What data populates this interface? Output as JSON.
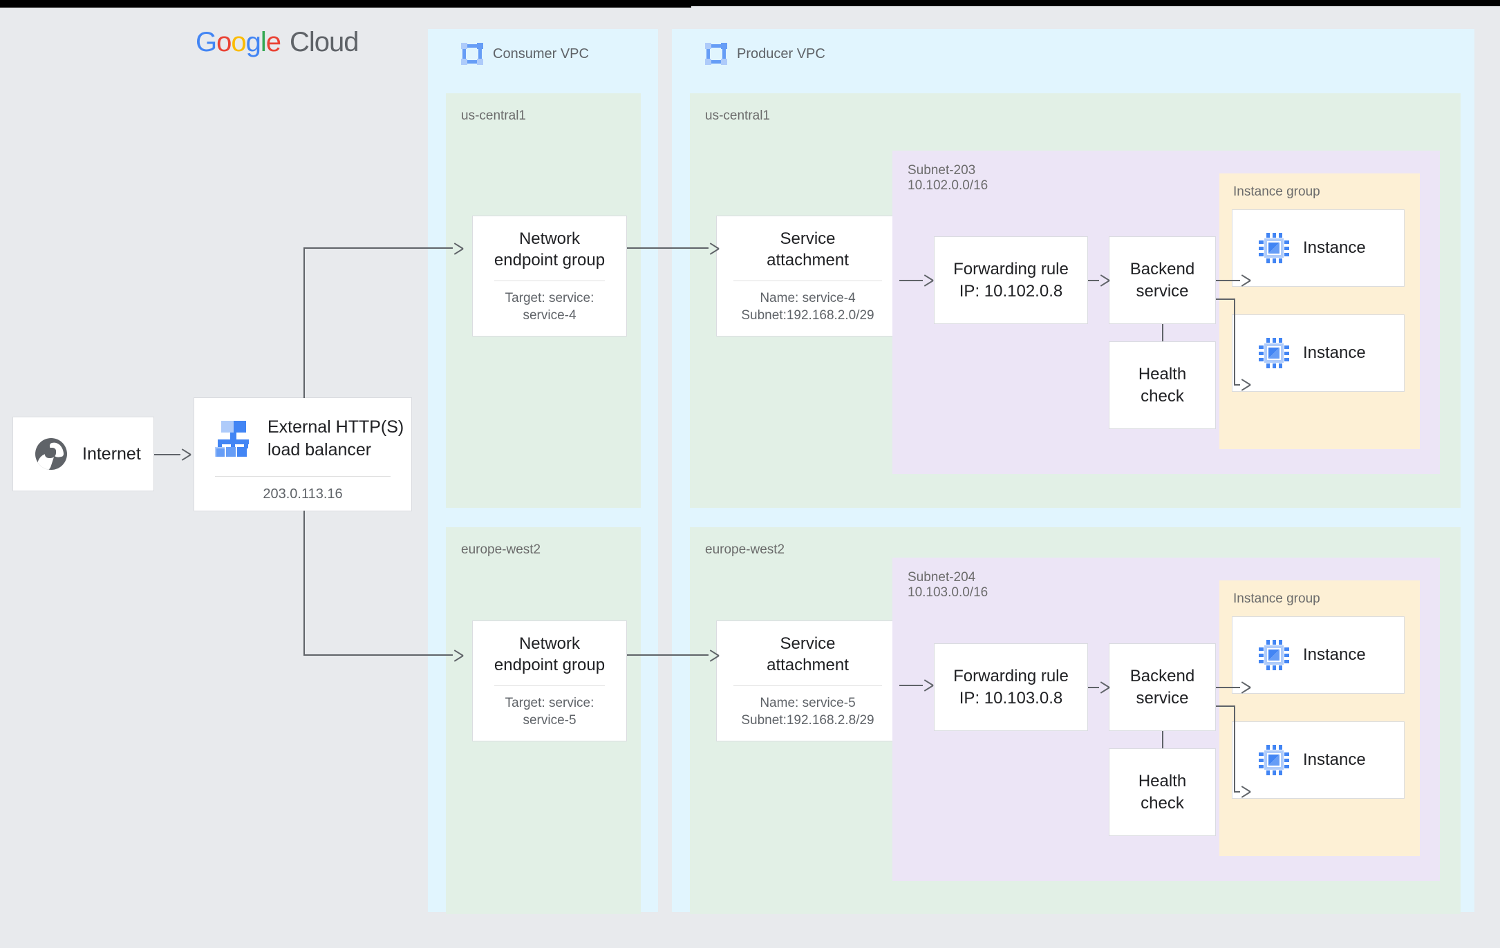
{
  "brand": {
    "logo_google": [
      "G",
      "o",
      "o",
      "g",
      "l",
      "e"
    ],
    "logo_cloud": "Cloud"
  },
  "internet": {
    "label": "Internet",
    "icon": "globe-icon"
  },
  "load_balancer": {
    "title_line1": "External HTTP(S)",
    "title_line2": "load balancer",
    "ip": "203.0.113.16",
    "icon": "load-balancer-icon"
  },
  "consumer_vpc": {
    "title": "Consumer VPC",
    "icon": "vpc-icon",
    "regions": [
      {
        "name": "us-central1",
        "node": {
          "title_line1": "Network",
          "title_line2": "endpoint group",
          "sub_line1": "Target: service:",
          "sub_line2": "service-4"
        }
      },
      {
        "name": "europe-west2",
        "node": {
          "title_line1": "Network",
          "title_line2": "endpoint group",
          "sub_line1": "Target: service:",
          "sub_line2": "service-5"
        }
      }
    ]
  },
  "producer_vpc": {
    "title": "Producer VPC",
    "icon": "vpc-icon",
    "regions": [
      {
        "name": "us-central1",
        "service_attachment": {
          "title_line1": "Service",
          "title_line2": "attachment",
          "sub_line1": "Name: service-4",
          "sub_line2": "Subnet:192.168.2.0/29"
        },
        "subnet": {
          "name": "Subnet-203",
          "cidr": "10.102.0.0/16",
          "forwarding_rule": {
            "line1": "Forwarding rule",
            "line2": "IP: 10.102.0.8"
          },
          "backend_service": {
            "line1": "Backend",
            "line2": "service"
          },
          "health_check": {
            "line1": "Health",
            "line2": "check"
          },
          "instance_group": {
            "label": "Instance group",
            "instances": [
              {
                "label": "Instance",
                "icon": "cpu-icon"
              },
              {
                "label": "Instance",
                "icon": "cpu-icon"
              }
            ]
          }
        }
      },
      {
        "name": "europe-west2",
        "service_attachment": {
          "title_line1": "Service",
          "title_line2": "attachment",
          "sub_line1": "Name: service-5",
          "sub_line2": "Subnet:192.168.2.8/29"
        },
        "subnet": {
          "name": "Subnet-204",
          "cidr": "10.103.0.0/16",
          "forwarding_rule": {
            "line1": "Forwarding rule",
            "line2": "IP: 10.103.0.8"
          },
          "backend_service": {
            "line1": "Backend",
            "line2": "service"
          },
          "health_check": {
            "line1": "Health",
            "line2": "check"
          },
          "instance_group": {
            "label": "Instance group",
            "instances": [
              {
                "label": "Instance",
                "icon": "cpu-icon"
              },
              {
                "label": "Instance",
                "icon": "cpu-icon"
              }
            ]
          }
        }
      }
    ]
  },
  "colors": {
    "page_background": "#e8eaed",
    "vpc": "#e1f5fe",
    "region": "#e2f0e6",
    "subnet": "#ece5f6",
    "instance_group": "#fdf0d5",
    "card": "#ffffff",
    "connector": "#5f6368",
    "google_blue": "#4285f4"
  }
}
